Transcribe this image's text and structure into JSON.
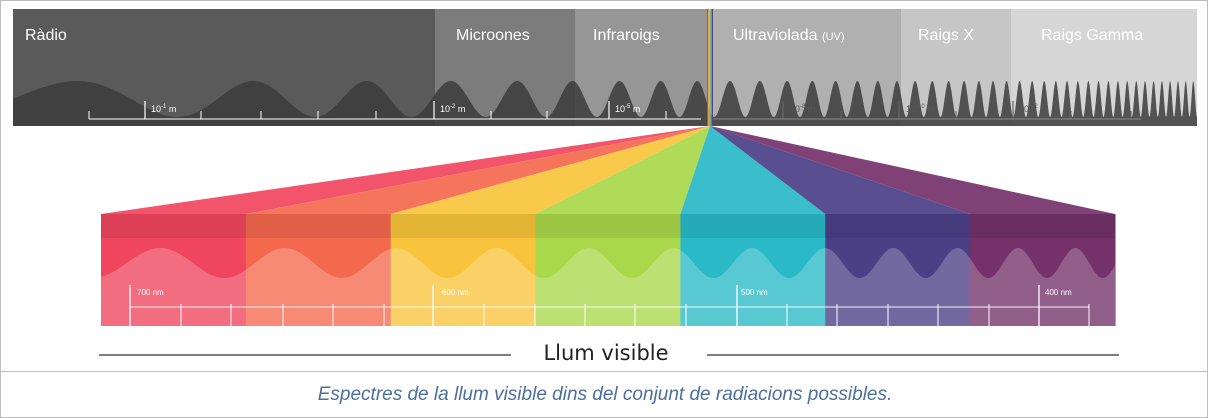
{
  "bands": [
    {
      "id": "radio",
      "label": "Ràdio",
      "suffix": "",
      "fill": "#5a5a5a"
    },
    {
      "id": "microwave",
      "label": "Microones",
      "suffix": "",
      "fill": "#7c7c7c"
    },
    {
      "id": "infrared",
      "label": "Infraroigs",
      "suffix": "",
      "fill": "#969696"
    },
    {
      "id": "ultraviolet",
      "label": "Ultraviolada",
      "suffix": "(UV)",
      "fill": "#b0b0b0"
    },
    {
      "id": "xray",
      "label": "Raigs X",
      "suffix": "",
      "fill": "#c6c6c6"
    },
    {
      "id": "gamma",
      "label": "Raigs Gamma",
      "suffix": "",
      "fill": "#d6d6d6"
    }
  ],
  "scale_ticks": [
    {
      "base": "10",
      "exp": "-1",
      "unit": "m"
    },
    {
      "base": "10",
      "exp": "-2",
      "unit": "m"
    },
    {
      "base": "10",
      "exp": "-5",
      "unit": "m"
    },
    {
      "base": "10",
      "exp": "-8",
      "unit": "m"
    },
    {
      "base": "10",
      "exp": "-10",
      "unit": "m"
    },
    {
      "base": "10",
      "exp": "-12",
      "unit": "m"
    }
  ],
  "visible_colors": [
    "#f0455e",
    "#f4694e",
    "#f8c43c",
    "#a9d84a",
    "#29b9c7",
    "#4b3f86",
    "#74316a"
  ],
  "visible_ticks": [
    "700 nm",
    "600 nm",
    "500 nm",
    "400 nm"
  ],
  "visible_title": "Llum visible",
  "caption": "Espectres de la llum visible dins del conjunt de radiacions possibles."
}
